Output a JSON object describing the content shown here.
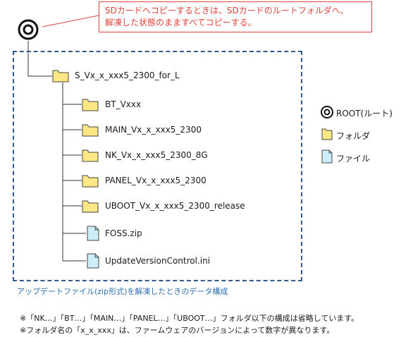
{
  "callout": {
    "line1": "SDカードへコピーするときは、SDカードのルートフォルダへ、",
    "line2": "解凍した状態のまますべてコピーする。"
  },
  "tree": {
    "root_folder": "S_Vx_x_xxx5_2300_for_L",
    "items": [
      {
        "name": "BT_Vxxx",
        "kind": "folder"
      },
      {
        "name": "MAIN_Vx_x_xxx5_2300",
        "kind": "folder"
      },
      {
        "name": "NK_Vx_x_xxx5_2300_8G",
        "kind": "folder"
      },
      {
        "name": "PANEL_Vx_x_xxx5_2300",
        "kind": "folder"
      },
      {
        "name": "UBOOT_Vx_x_xxx5_2300_release",
        "kind": "folder"
      },
      {
        "name": "FOSS.zip",
        "kind": "file"
      },
      {
        "name": "UpdateVersionControl.ini",
        "kind": "file"
      }
    ],
    "caption": "アップデートファイル(zip形式)を解凍したときのデータ構成"
  },
  "legend": {
    "root": "ROOT(ルート)",
    "folder": "フォルダ",
    "file": "ファイル"
  },
  "notes": {
    "line1": "※「NK…」「BT…」「MAIN…」「PANEL…」「UBOOT…」フォルダ以下の構成は省略しています。",
    "line2": "※フォルダ名の「x_x_xxx」は、ファームウェアのバージョンによって数字が異なります。"
  },
  "colors": {
    "callout": "#e0433b",
    "dashed_border": "#2f5b8e",
    "folder_fill": "#fde784",
    "file_fill": "#cdeef8",
    "caption": "#2f6fb0"
  }
}
